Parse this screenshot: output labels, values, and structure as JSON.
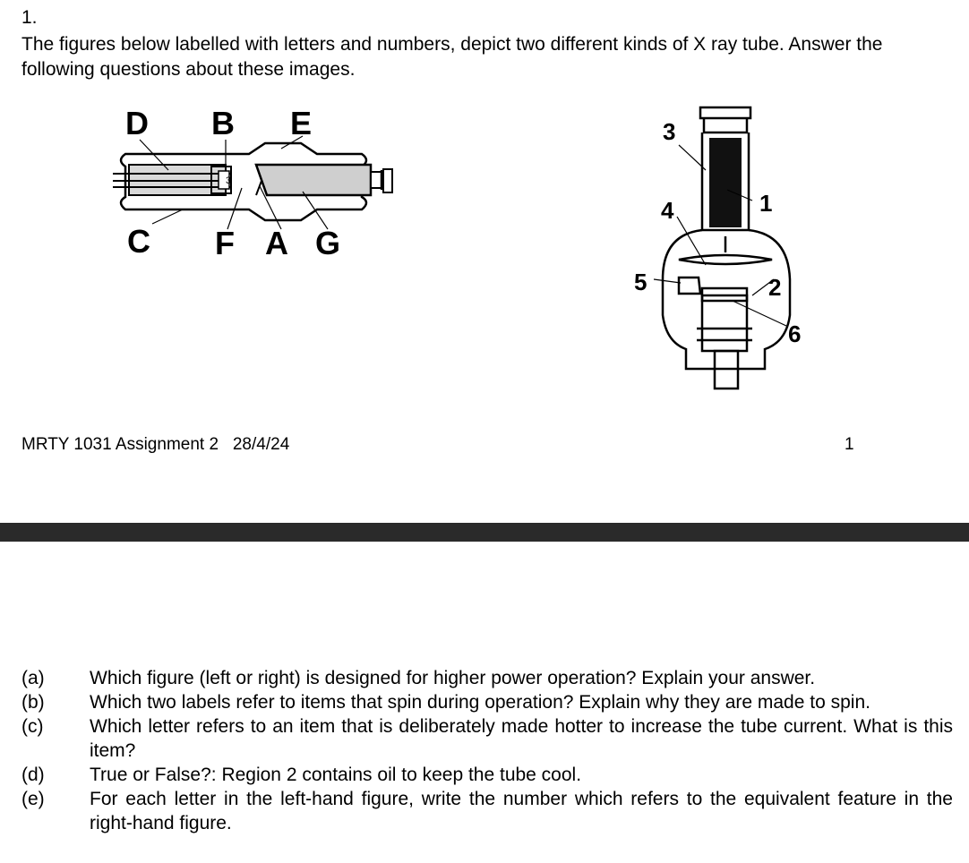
{
  "question": {
    "number": "1.",
    "intro": "The figures below labelled with letters and numbers, depict two different kinds of X ray tube.  Answer the following questions about these images."
  },
  "figures": {
    "left": {
      "labels": [
        "D",
        "B",
        "E",
        "C",
        "F",
        "A",
        "G"
      ]
    },
    "right": {
      "labels": [
        "3",
        "1",
        "4",
        "5",
        "2",
        "6"
      ]
    }
  },
  "footer": {
    "course": "MRTY 1031 Assignment 2   28/4/24",
    "page_number": "1"
  },
  "sub_questions": [
    {
      "letter": "(a)",
      "text": "Which figure (left or right) is designed for higher power operation? Explain your answer."
    },
    {
      "letter": "(b)",
      "text": "Which two labels refer to items that spin during operation? Explain why they are made to spin."
    },
    {
      "letter": "(c)",
      "text": "Which letter refers to an item that is deliberately made hotter to increase the tube current. What is this item?"
    },
    {
      "letter": "(d)",
      "text": "True or False?: Region 2 contains oil to keep the tube cool."
    },
    {
      "letter": "(e)",
      "text": "For each letter in the left-hand figure, write the number which refers to the equivalent feature in the right-hand figure."
    }
  ]
}
